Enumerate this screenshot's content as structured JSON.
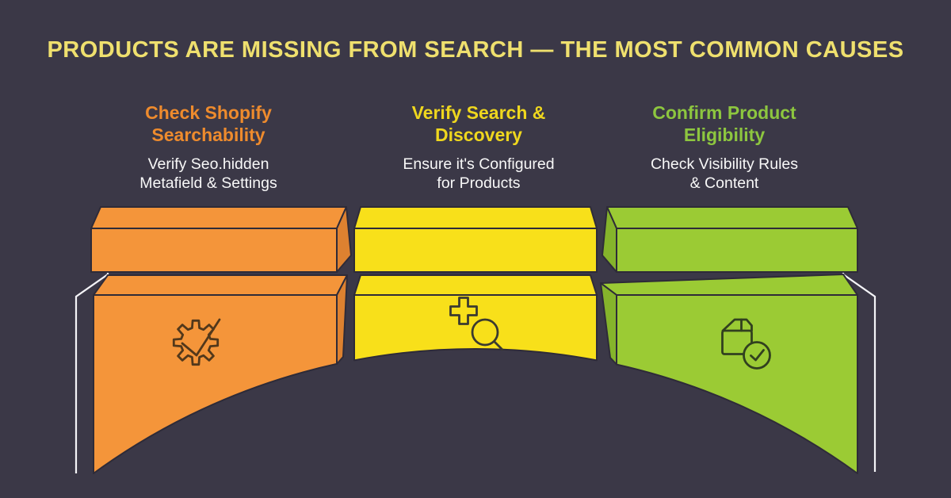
{
  "title": "PRODUCTS ARE MISSING FROM SEARCH — THE MOST COMMON CAUSES",
  "columns": [
    {
      "id": "check-shopify-searchability",
      "heading_lines": [
        "Check Shopify",
        "Searchability"
      ],
      "subtext_lines": [
        "Verify Seo.hidden",
        "Metafield & Settings"
      ],
      "icon": "gear-check-icon",
      "block_color": "#F4953A",
      "heading_color": "#EE8B2D"
    },
    {
      "id": "verify-search-discovery",
      "heading_lines": [
        "Verify Search &",
        "Discovery"
      ],
      "subtext_lines": [
        "Ensure it's Configured",
        "for Products"
      ],
      "icon": "magnifier-plus-icon",
      "block_color": "#F8E01A",
      "heading_color": "#EFD71E"
    },
    {
      "id": "confirm-product-eligibility",
      "heading_lines": [
        "Confirm Product",
        "Eligibility"
      ],
      "subtext_lines": [
        "Check Visibility Rules",
        "& Content"
      ],
      "icon": "package-check-icon",
      "block_color": "#9BCB34",
      "heading_color": "#8DC63F"
    }
  ],
  "colors": {
    "bg": "#3B3847",
    "title_text": "#EFE06E",
    "body_text": "#F8F8F8",
    "heading_orange": "#EE8B2D",
    "heading_yellow": "#EFD71E",
    "heading_green": "#8DC63F",
    "orange": "#F4953A",
    "orange_side": "#DD8130",
    "yellow": "#F8E01A",
    "yellow_side": "#E3C716",
    "green": "#9BCB34",
    "green_side": "#85B42B",
    "outline": "#2E2B38",
    "bracket": "#F4F4F8",
    "icon_orange": "#52381B",
    "icon_yellow": "#3B3A30",
    "icon_green": "#31401F"
  }
}
